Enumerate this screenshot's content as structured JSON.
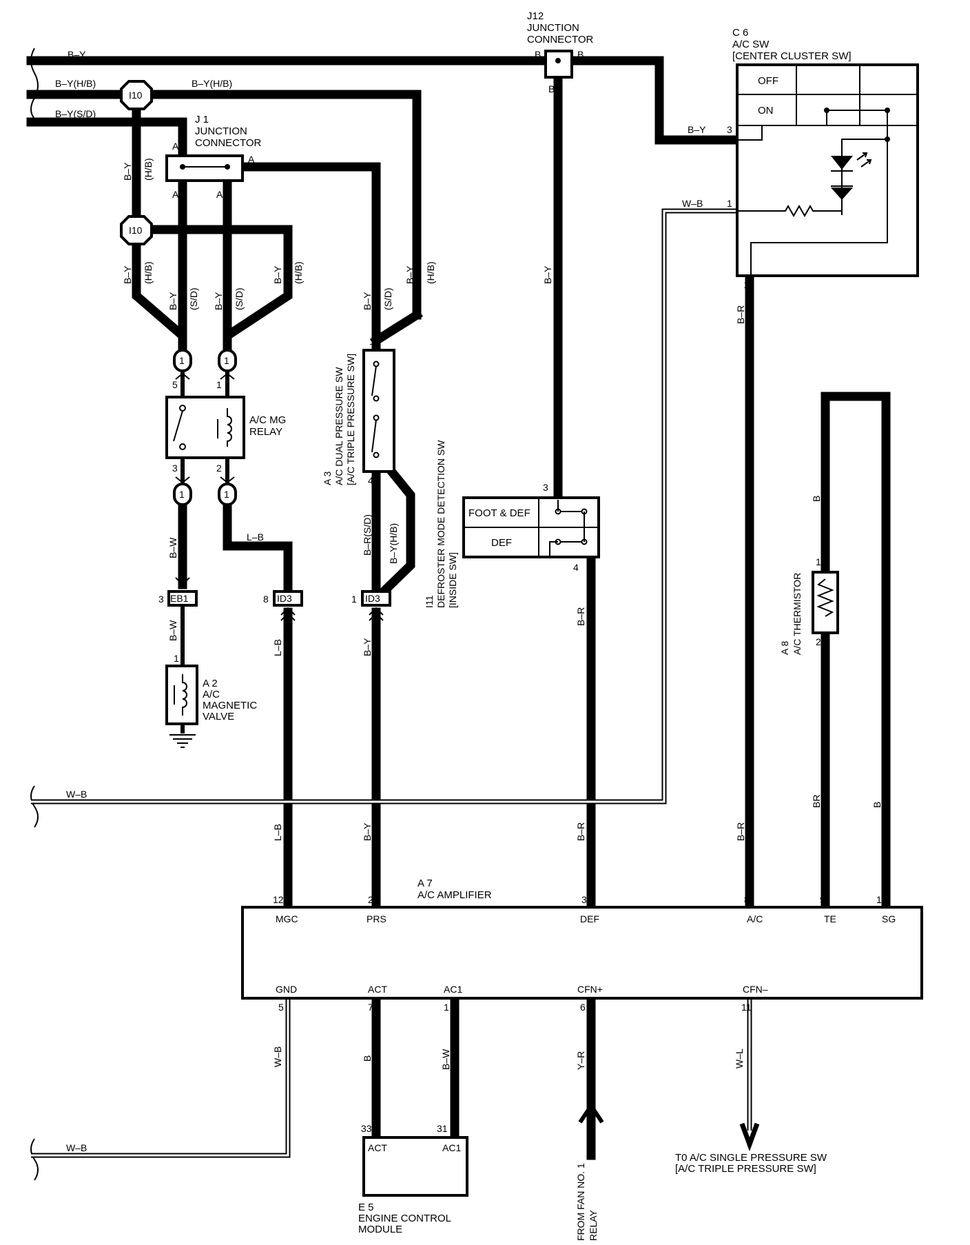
{
  "components": {
    "j12": {
      "code": "J12",
      "line1": "JUNCTION",
      "line2": "CONNECTOR"
    },
    "c6": {
      "code": "C 6",
      "name": "A/C SW",
      "alt": "[CENTER CLUSTER SW]",
      "row_off": "OFF",
      "row_on": "ON"
    },
    "j1": {
      "code": "J 1",
      "line1": "JUNCTION",
      "line2": "CONNECTOR"
    },
    "i10": {
      "code": "I10"
    },
    "relay": {
      "line1": "A/C MG",
      "line2": "RELAY"
    },
    "a3": {
      "code": "A 3",
      "name": "A/C DUAL PRESSURE SW",
      "alt": "[A/C TRIPLE PRESSURE SW]"
    },
    "i11": {
      "code": "I11",
      "name": "DEFROSTER MODE DETECTION SW",
      "alt": "[INSIDE SW]",
      "row1": "FOOT & DEF",
      "row2": "DEF"
    },
    "a2": {
      "code": "A 2",
      "line1": "A/C",
      "line2": "MAGNETIC",
      "line3": "VALVE"
    },
    "a8": {
      "code": "A 8",
      "name": "A/C THERMISTOR"
    },
    "eb1": {
      "code": "EB1"
    },
    "id3": {
      "code": "ID3"
    },
    "a7": {
      "code": "A 7",
      "name": "A/C AMPLIFIER",
      "top_terms": [
        "MGC",
        "PRS",
        "DEF",
        "A/C",
        "TE",
        "SG"
      ],
      "top_pins": [
        "12",
        "2",
        "3",
        "8",
        "9",
        "13"
      ],
      "bottom_terms": [
        "GND",
        "ACT",
        "AC1",
        "CFN+",
        "CFN–"
      ],
      "bottom_pins": [
        "5",
        "7",
        "1",
        "6",
        "11"
      ]
    },
    "e5": {
      "code": "E 5",
      "line1": "ENGINE CONTROL",
      "line2": "MODULE",
      "term1": "ACT",
      "term2": "AC1",
      "pin1": "33",
      "pin2": "31"
    }
  },
  "wires": {
    "by": "B–Y",
    "by_hb": "B–Y(H/B)",
    "by_sd": "B–Y(S/D)",
    "b": "B",
    "wb": "W–B",
    "br": "B–R",
    "bw": "B–W",
    "lb": "L–B",
    "br_sd": "B–R(S/D)",
    "bry": "BR",
    "yr": "Y–R",
    "wl": "W–L",
    "hb": "(H/B)",
    "sd": "(S/D)",
    "a": "A"
  },
  "pins": {
    "one": "1",
    "two": "2",
    "three": "3",
    "four": "4",
    "five": "5",
    "eight": "8"
  },
  "notes": {
    "fan_line1": "FROM FAN NO. 1",
    "fan_line2": "RELAY",
    "to_line1": "T0 A/C SINGLE PRESSURE SW",
    "to_line2": "[A/C TRIPLE PRESSURE SW]"
  }
}
